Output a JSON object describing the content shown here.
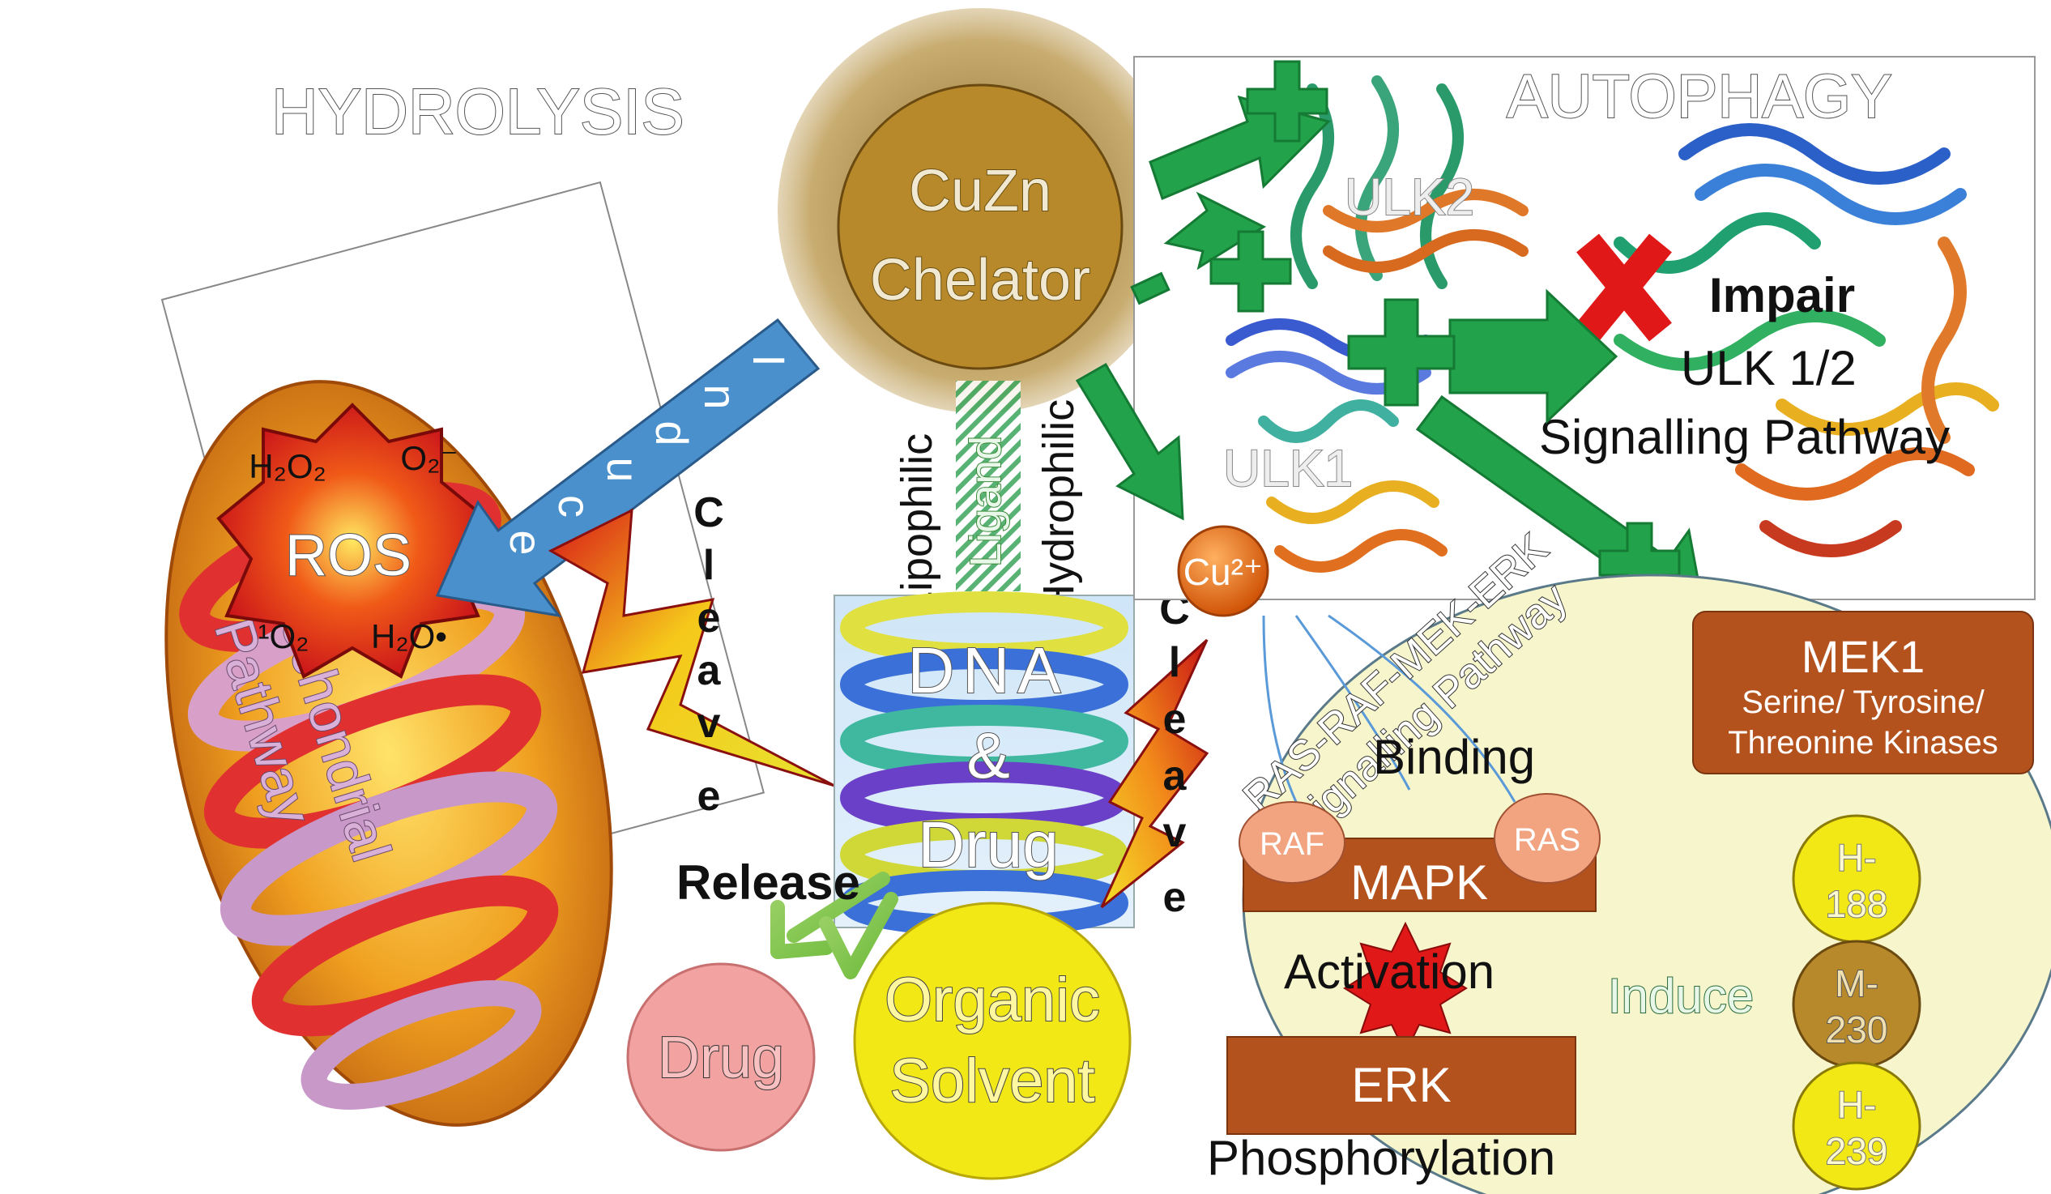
{
  "titles": {
    "hydrolysis": "HYDROLYSIS",
    "autophagy": "AUTOPHAGY"
  },
  "chelator": {
    "line1": "CuZn",
    "line2": "Chelator"
  },
  "induce_vertical": [
    "I",
    "n",
    "d",
    "u",
    "c",
    "e"
  ],
  "ros": {
    "label": "ROS",
    "h2o2": "H₂O₂",
    "superoxide": "O₂⁻",
    "singlet_oxygen": "¹O₂",
    "hydroxyl": "H₂O•"
  },
  "mito": {
    "line1": "Mitochondrial",
    "line2": "Pathway"
  },
  "cleave_left": [
    "C",
    "l",
    "e",
    "a",
    "v",
    "e"
  ],
  "cleave_right": [
    "C",
    "l",
    "e",
    "a",
    "v",
    "e"
  ],
  "ligand": {
    "lipophilic": "Lipophilic",
    "ligand": "Ligand",
    "hydrophilic": "Hydrophilic"
  },
  "dna": {
    "line1": "DNA",
    "line2": "&",
    "line3": "Drug"
  },
  "release": "Release",
  "drug": "Drug",
  "solvent": {
    "line1": "Organic",
    "line2": "Solvent"
  },
  "copper": "Cu²⁺",
  "ulk": {
    "ulk2": "ULK2",
    "ulk1": "ULK1"
  },
  "impair": {
    "line1": "Impair",
    "line2": "ULK 1/2",
    "line3": "Signalling Pathway"
  },
  "ras_pathway": {
    "line1": "RAS-RAF-MEK-ERK",
    "line2": "Signalling Pathway"
  },
  "binding": "Binding",
  "raf": "RAF",
  "ras": "RAS",
  "mapk": "MAPK",
  "activation": "Activation",
  "erk": {
    "line1": "ERK",
    "line2": "Phosphorylation"
  },
  "mek1": {
    "title": "MEK1",
    "line2": "Serine/ Tyrosine/",
    "line3": "Threonine Kinases"
  },
  "induce_horizontal": "Induce",
  "compounds": [
    {
      "line1": "H-",
      "line2": "188"
    },
    {
      "line1": "M-",
      "line2": "230"
    },
    {
      "line1": "H-",
      "line2": "239"
    }
  ],
  "colors": {
    "chelator": "#b8892a",
    "ros": "#e8202a",
    "arrow_green": "#22a24a",
    "induce_blue": "#4a90cc",
    "kinase_brown": "#b4521e",
    "cell_fill": "#f7f5cc",
    "solvent": "#f2e816",
    "drug": "#f2a2a0",
    "copper": "#e06a18"
  }
}
